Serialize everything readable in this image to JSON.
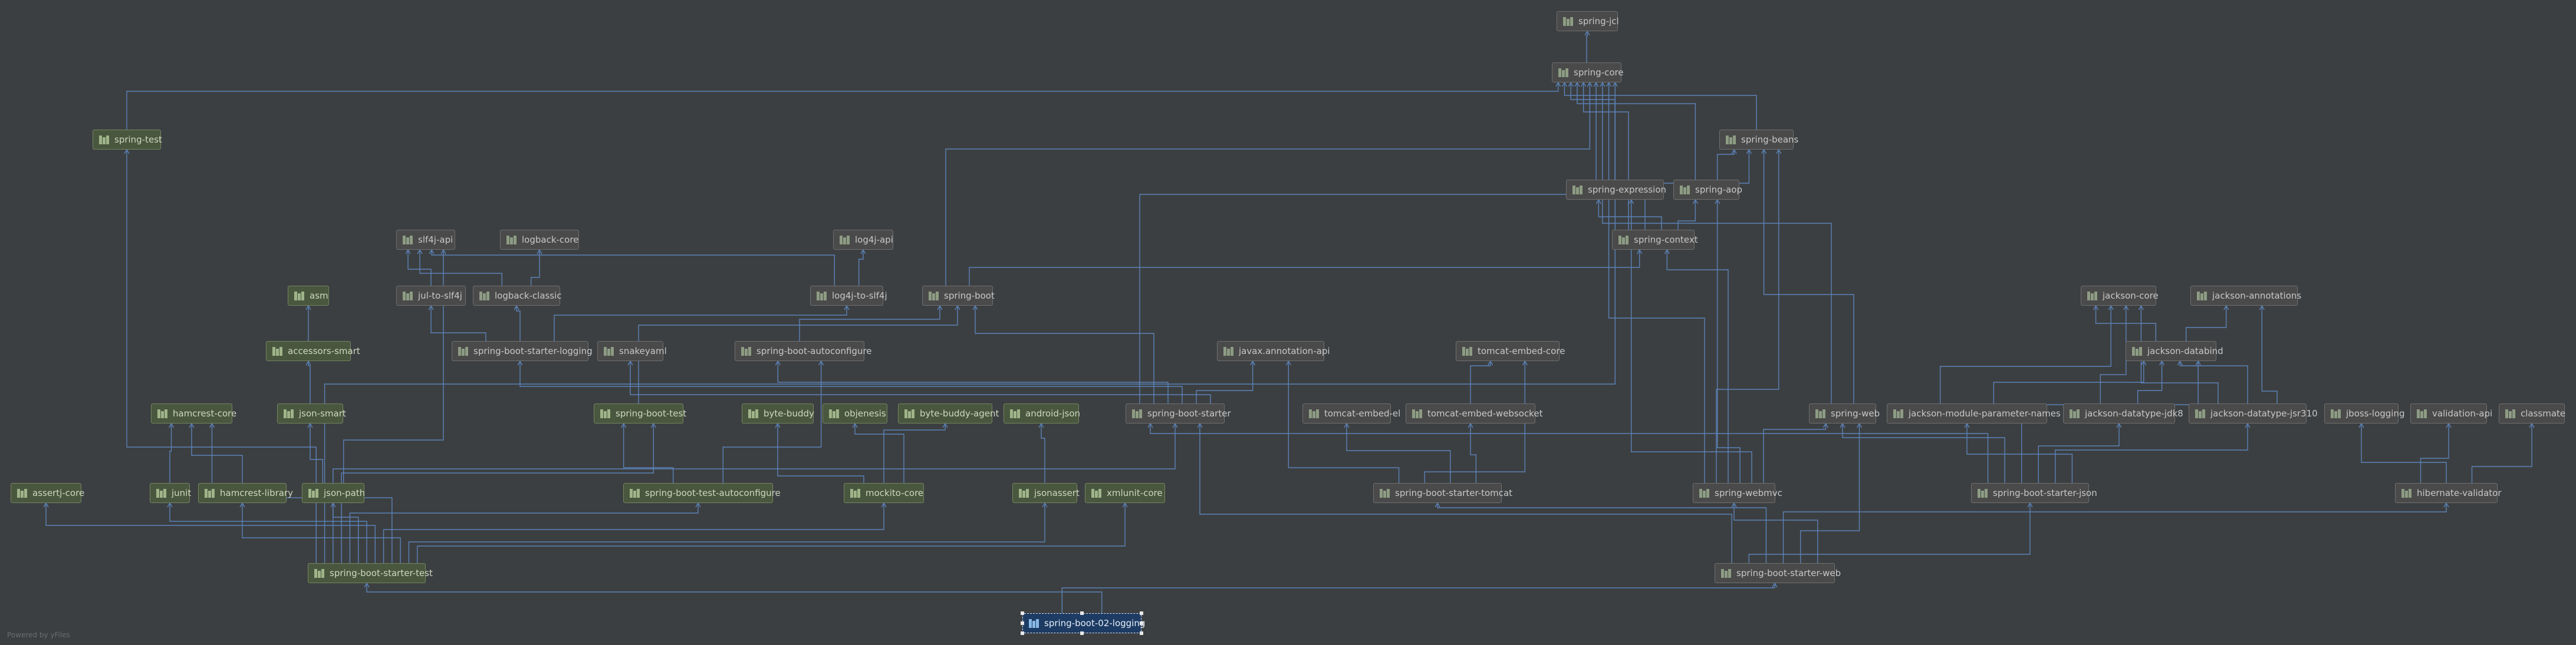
{
  "footer": "Powered by yFiles",
  "selected": "spring-boot-02-logging",
  "nodes": [
    {
      "id": "spring-jcl",
      "label": "spring-jcl",
      "kind": "spring"
    },
    {
      "id": "spring-core",
      "label": "spring-core",
      "kind": "spring"
    },
    {
      "id": "spring-test",
      "label": "spring-test",
      "kind": "other"
    },
    {
      "id": "spring-beans",
      "label": "spring-beans",
      "kind": "spring"
    },
    {
      "id": "spring-expression",
      "label": "spring-expression",
      "kind": "spring"
    },
    {
      "id": "spring-aop",
      "label": "spring-aop",
      "kind": "spring"
    },
    {
      "id": "spring-context",
      "label": "spring-context",
      "kind": "spring"
    },
    {
      "id": "slf4j-api",
      "label": "slf4j-api",
      "kind": "spring"
    },
    {
      "id": "logback-core",
      "label": "logback-core",
      "kind": "spring"
    },
    {
      "id": "log4j-api",
      "label": "log4j-api",
      "kind": "spring"
    },
    {
      "id": "asm",
      "label": "asm",
      "kind": "other"
    },
    {
      "id": "jul-to-slf4j",
      "label": "jul-to-slf4j",
      "kind": "spring"
    },
    {
      "id": "logback-classic",
      "label": "logback-classic",
      "kind": "spring"
    },
    {
      "id": "log4j-to-slf4j",
      "label": "log4j-to-slf4j",
      "kind": "spring"
    },
    {
      "id": "spring-boot",
      "label": "spring-boot",
      "kind": "spring"
    },
    {
      "id": "jackson-core",
      "label": "jackson-core",
      "kind": "spring"
    },
    {
      "id": "jackson-annotations",
      "label": "jackson-annotations",
      "kind": "spring"
    },
    {
      "id": "accessors-smart",
      "label": "accessors-smart",
      "kind": "other"
    },
    {
      "id": "spring-boot-starter-logging",
      "label": "spring-boot-starter-logging",
      "kind": "spring"
    },
    {
      "id": "snakeyaml",
      "label": "snakeyaml",
      "kind": "spring"
    },
    {
      "id": "spring-boot-autoconfigure",
      "label": "spring-boot-autoconfigure",
      "kind": "spring"
    },
    {
      "id": "javax-annotation-api",
      "label": "javax.annotation-api",
      "kind": "spring"
    },
    {
      "id": "tomcat-embed-core",
      "label": "tomcat-embed-core",
      "kind": "spring"
    },
    {
      "id": "jackson-databind",
      "label": "jackson-databind",
      "kind": "spring"
    },
    {
      "id": "hamcrest-core",
      "label": "hamcrest-core",
      "kind": "other"
    },
    {
      "id": "json-smart",
      "label": "json-smart",
      "kind": "other"
    },
    {
      "id": "spring-boot-test",
      "label": "spring-boot-test",
      "kind": "other"
    },
    {
      "id": "byte-buddy",
      "label": "byte-buddy",
      "kind": "other"
    },
    {
      "id": "objenesis",
      "label": "objenesis",
      "kind": "other"
    },
    {
      "id": "byte-buddy-agent",
      "label": "byte-buddy-agent",
      "kind": "other"
    },
    {
      "id": "android-json",
      "label": "android-json",
      "kind": "other"
    },
    {
      "id": "spring-boot-starter",
      "label": "spring-boot-starter",
      "kind": "spring"
    },
    {
      "id": "tomcat-embed-el",
      "label": "tomcat-embed-el",
      "kind": "spring"
    },
    {
      "id": "tomcat-embed-websocket",
      "label": "tomcat-embed-websocket",
      "kind": "spring"
    },
    {
      "id": "spring-web",
      "label": "spring-web",
      "kind": "spring"
    },
    {
      "id": "jackson-module-parameter-names",
      "label": "jackson-module-parameter-names",
      "kind": "spring"
    },
    {
      "id": "jackson-datatype-jdk8",
      "label": "jackson-datatype-jdk8",
      "kind": "spring"
    },
    {
      "id": "jackson-datatype-jsr310",
      "label": "jackson-datatype-jsr310",
      "kind": "spring"
    },
    {
      "id": "jboss-logging",
      "label": "jboss-logging",
      "kind": "spring"
    },
    {
      "id": "validation-api",
      "label": "validation-api",
      "kind": "spring"
    },
    {
      "id": "classmate",
      "label": "classmate",
      "kind": "spring"
    },
    {
      "id": "assertj-core",
      "label": "assertj-core",
      "kind": "other"
    },
    {
      "id": "junit",
      "label": "junit",
      "kind": "other"
    },
    {
      "id": "hamcrest-library",
      "label": "hamcrest-library",
      "kind": "other"
    },
    {
      "id": "json-path",
      "label": "json-path",
      "kind": "other"
    },
    {
      "id": "spring-boot-test-autoconfigure",
      "label": "spring-boot-test-autoconfigure",
      "kind": "other"
    },
    {
      "id": "mockito-core",
      "label": "mockito-core",
      "kind": "other"
    },
    {
      "id": "jsonassert",
      "label": "jsonassert",
      "kind": "other"
    },
    {
      "id": "xmlunit-core",
      "label": "xmlunit-core",
      "kind": "other"
    },
    {
      "id": "spring-boot-starter-tomcat",
      "label": "spring-boot-starter-tomcat",
      "kind": "spring"
    },
    {
      "id": "spring-webmvc",
      "label": "spring-webmvc",
      "kind": "spring"
    },
    {
      "id": "spring-boot-starter-json",
      "label": "spring-boot-starter-json",
      "kind": "spring"
    },
    {
      "id": "hibernate-validator",
      "label": "hibernate-validator",
      "kind": "spring"
    },
    {
      "id": "spring-boot-starter-test",
      "label": "spring-boot-starter-test",
      "kind": "other"
    },
    {
      "id": "spring-boot-starter-web",
      "label": "spring-boot-starter-web",
      "kind": "spring"
    },
    {
      "id": "spring-boot-02-logging",
      "label": "spring-boot-02-logging",
      "kind": "root"
    }
  ],
  "edges": [
    [
      "spring-core",
      "spring-jcl"
    ],
    [
      "spring-test",
      "spring-core"
    ],
    [
      "spring-beans",
      "spring-core"
    ],
    [
      "spring-expression",
      "spring-core"
    ],
    [
      "spring-aop",
      "spring-core"
    ],
    [
      "spring-aop",
      "spring-beans"
    ],
    [
      "spring-context",
      "spring-core"
    ],
    [
      "spring-context",
      "spring-beans"
    ],
    [
      "spring-context",
      "spring-expression"
    ],
    [
      "spring-context",
      "spring-aop"
    ],
    [
      "jul-to-slf4j",
      "slf4j-api"
    ],
    [
      "logback-classic",
      "slf4j-api"
    ],
    [
      "logback-classic",
      "logback-core"
    ],
    [
      "log4j-to-slf4j",
      "slf4j-api"
    ],
    [
      "log4j-to-slf4j",
      "log4j-api"
    ],
    [
      "spring-boot",
      "spring-core"
    ],
    [
      "spring-boot",
      "spring-context"
    ],
    [
      "accessors-smart",
      "asm"
    ],
    [
      "spring-boot-starter-logging",
      "jul-to-slf4j"
    ],
    [
      "spring-boot-starter-logging",
      "logback-classic"
    ],
    [
      "spring-boot-starter-logging",
      "log4j-to-slf4j"
    ],
    [
      "spring-boot-autoconfigure",
      "spring-boot"
    ],
    [
      "jackson-databind",
      "jackson-core"
    ],
    [
      "jackson-databind",
      "jackson-annotations"
    ],
    [
      "json-smart",
      "accessors-smart"
    ],
    [
      "spring-boot-test",
      "spring-boot"
    ],
    [
      "spring-boot-starter",
      "spring-core"
    ],
    [
      "spring-boot-starter",
      "spring-boot"
    ],
    [
      "spring-boot-starter",
      "spring-boot-autoconfigure"
    ],
    [
      "spring-boot-starter",
      "spring-boot-starter-logging"
    ],
    [
      "spring-boot-starter",
      "javax-annotation-api"
    ],
    [
      "spring-boot-starter",
      "snakeyaml"
    ],
    [
      "tomcat-embed-websocket",
      "tomcat-embed-core"
    ],
    [
      "spring-web",
      "spring-core"
    ],
    [
      "spring-web",
      "spring-beans"
    ],
    [
      "jackson-module-parameter-names",
      "jackson-core"
    ],
    [
      "jackson-module-parameter-names",
      "jackson-databind"
    ],
    [
      "jackson-datatype-jdk8",
      "jackson-core"
    ],
    [
      "jackson-datatype-jdk8",
      "jackson-databind"
    ],
    [
      "jackson-datatype-jsr310",
      "jackson-core"
    ],
    [
      "jackson-datatype-jsr310",
      "jackson-databind"
    ],
    [
      "jackson-datatype-jsr310",
      "jackson-annotations"
    ],
    [
      "junit",
      "hamcrest-core"
    ],
    [
      "hamcrest-library",
      "hamcrest-core"
    ],
    [
      "json-path",
      "json-smart"
    ],
    [
      "json-path",
      "slf4j-api"
    ],
    [
      "spring-boot-test-autoconfigure",
      "spring-boot-test"
    ],
    [
      "spring-boot-test-autoconfigure",
      "spring-boot-autoconfigure"
    ],
    [
      "mockito-core",
      "byte-buddy"
    ],
    [
      "mockito-core",
      "byte-buddy-agent"
    ],
    [
      "mockito-core",
      "objenesis"
    ],
    [
      "jsonassert",
      "android-json"
    ],
    [
      "spring-boot-starter-tomcat",
      "javax-annotation-api"
    ],
    [
      "spring-boot-starter-tomcat",
      "tomcat-embed-core"
    ],
    [
      "spring-boot-starter-tomcat",
      "tomcat-embed-el"
    ],
    [
      "spring-boot-starter-tomcat",
      "tomcat-embed-websocket"
    ],
    [
      "spring-webmvc",
      "spring-core"
    ],
    [
      "spring-webmvc",
      "spring-beans"
    ],
    [
      "spring-webmvc",
      "spring-context"
    ],
    [
      "spring-webmvc",
      "spring-aop"
    ],
    [
      "spring-webmvc",
      "spring-expression"
    ],
    [
      "spring-webmvc",
      "spring-web"
    ],
    [
      "spring-boot-starter-json",
      "spring-boot-starter"
    ],
    [
      "spring-boot-starter-json",
      "spring-web"
    ],
    [
      "spring-boot-starter-json",
      "jackson-databind"
    ],
    [
      "spring-boot-starter-json",
      "jackson-datatype-jdk8"
    ],
    [
      "spring-boot-starter-json",
      "jackson-datatype-jsr310"
    ],
    [
      "spring-boot-starter-json",
      "jackson-module-parameter-names"
    ],
    [
      "hibernate-validator",
      "validation-api"
    ],
    [
      "hibernate-validator",
      "jboss-logging"
    ],
    [
      "hibernate-validator",
      "classmate"
    ],
    [
      "spring-boot-starter-test",
      "spring-test"
    ],
    [
      "spring-boot-starter-test",
      "spring-core"
    ],
    [
      "spring-boot-starter-test",
      "spring-boot-starter"
    ],
    [
      "spring-boot-starter-test",
      "spring-boot-test"
    ],
    [
      "spring-boot-starter-test",
      "spring-boot-test-autoconfigure"
    ],
    [
      "spring-boot-starter-test",
      "json-path"
    ],
    [
      "spring-boot-starter-test",
      "junit"
    ],
    [
      "spring-boot-starter-test",
      "assertj-core"
    ],
    [
      "spring-boot-starter-test",
      "mockito-core"
    ],
    [
      "spring-boot-starter-test",
      "hamcrest-core"
    ],
    [
      "spring-boot-starter-test",
      "hamcrest-library"
    ],
    [
      "spring-boot-starter-test",
      "jsonassert"
    ],
    [
      "spring-boot-starter-test",
      "xmlunit-core"
    ],
    [
      "spring-boot-starter-web",
      "spring-boot-starter"
    ],
    [
      "spring-boot-starter-web",
      "spring-boot-starter-json"
    ],
    [
      "spring-boot-starter-web",
      "spring-boot-starter-tomcat"
    ],
    [
      "spring-boot-starter-web",
      "hibernate-validator"
    ],
    [
      "spring-boot-starter-web",
      "spring-web"
    ],
    [
      "spring-boot-starter-web",
      "spring-webmvc"
    ],
    [
      "spring-boot-02-logging",
      "spring-boot-starter-web"
    ],
    [
      "spring-boot-02-logging",
      "spring-boot-starter-test"
    ]
  ]
}
